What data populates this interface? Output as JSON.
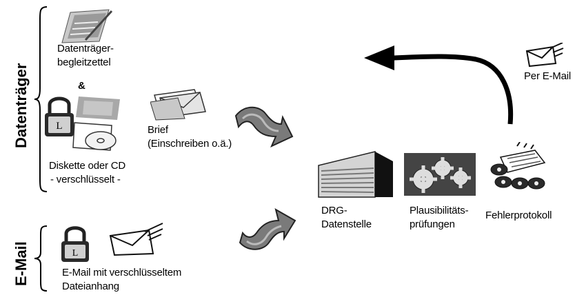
{
  "groups": {
    "datentraeger": "Datenträger",
    "email": "E-Mail"
  },
  "items": {
    "begleitzettel_line1": "Datenträger-",
    "begleitzettel_line2": "begleitzettel",
    "ampersand": "&",
    "diskette_line1": "Diskette oder CD",
    "diskette_line2": "- verschlüsselt -",
    "brief_line1": "Brief",
    "brief_line2": "(Einschreiben o.ä.)",
    "email_attach_line1": "E-Mail mit verschlüsseltem",
    "email_attach_line2": "Dateianhang",
    "drg_line1": "DRG-",
    "drg_line2": "Datenstelle",
    "plaus_line1": "Plausibilitäts-",
    "plaus_line2": "prüfungen",
    "fehlerprotokoll": "Fehlerprotokoll",
    "per_email": "Per E-Mail"
  },
  "icons": [
    "document-pen-icon",
    "lock-icon",
    "disk-cd-icon",
    "envelope-letters-icon",
    "hand-arrow-icon",
    "building-icon",
    "gears-icon",
    "paper-rolls-icon",
    "envelope-icon"
  ]
}
